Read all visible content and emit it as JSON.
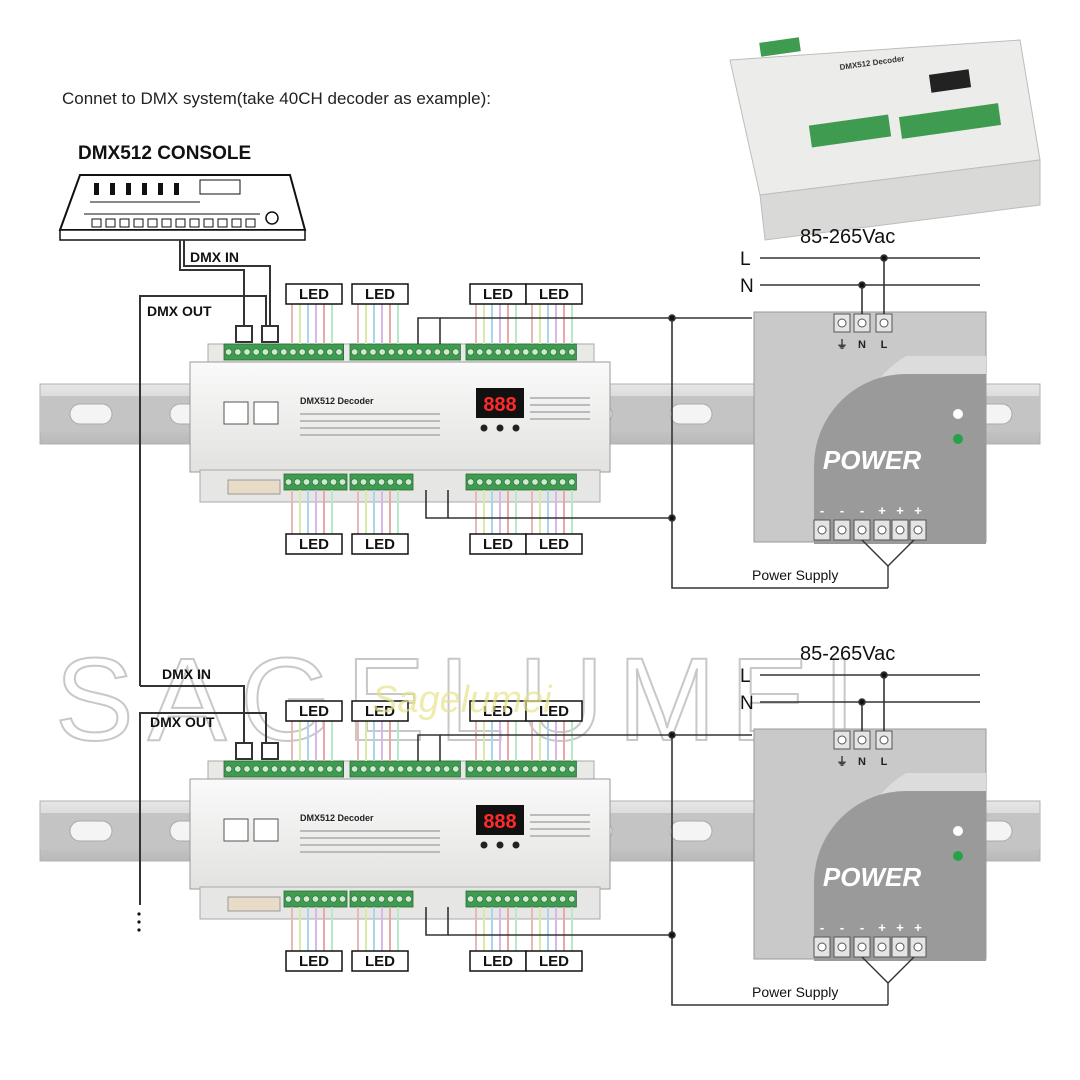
{
  "header": {
    "instruction": "Connet to DMX system(take 40CH decoder as example):"
  },
  "console": {
    "label": "DMX512 CONSOLE"
  },
  "watermark": {
    "outline_text": "SAGELUMEI",
    "script_text": "Sagelumei"
  },
  "decoder": {
    "title": "DMX512 Decoder",
    "display": "888"
  },
  "units": [
    {
      "dmx_in": "DMX IN",
      "dmx_out": "DMX OUT",
      "led_top": [
        "LED",
        "LED",
        "LED",
        "LED"
      ],
      "led_bottom": [
        "LED",
        "LED",
        "LED",
        "LED"
      ],
      "voltage": "85-265Vac",
      "line_l": "L",
      "line_n": "N",
      "power_label": "POWER",
      "supply_caption": "Power Supply",
      "input_terminals": [
        "⏚",
        "N",
        "L"
      ],
      "output_terminals": [
        "-",
        "-",
        "-",
        "+",
        "+",
        "+"
      ]
    },
    {
      "dmx_in": "DMX IN",
      "dmx_out": "DMX OUT",
      "led_top": [
        "LED",
        "LED",
        "LED",
        "LED"
      ],
      "led_bottom": [
        "LED",
        "LED",
        "LED",
        "LED"
      ],
      "voltage": "85-265Vac",
      "line_l": "L",
      "line_n": "N",
      "power_label": "POWER",
      "supply_caption": "Power Supply",
      "input_terminals": [
        "⏚",
        "N",
        "L"
      ],
      "output_terminals": [
        "-",
        "-",
        "-",
        "+",
        "+",
        "+"
      ]
    }
  ],
  "colors": {
    "rail": "#d4d4d4",
    "rail_dark": "#b0b0b0",
    "decoder_body": "#f3f3f1",
    "terminal_green": "#3e9b4f",
    "power_gray": "#c9c9c9",
    "power_arc": "#9a9a9a",
    "led_green": "#27a24a",
    "display_red": "#ff2a2a"
  }
}
